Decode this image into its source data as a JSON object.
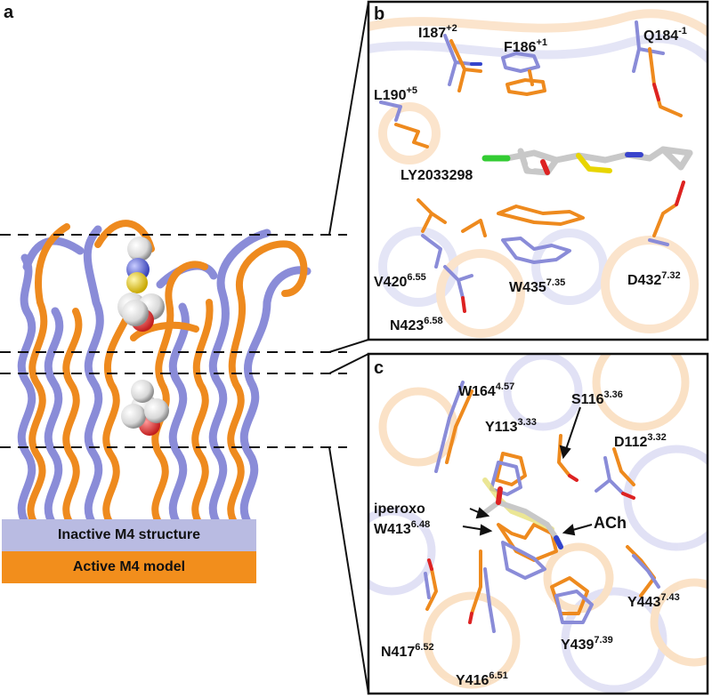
{
  "panels": {
    "a": {
      "letter": "a",
      "legend": [
        {
          "label": "Inactive M4 structure",
          "color": "#9c9ed6"
        },
        {
          "label": "Active M4 model",
          "color": "#f28e1c"
        }
      ]
    },
    "b": {
      "letter": "b",
      "labels": {
        "i187": {
          "base": "I187",
          "sup": "+2"
        },
        "f186": {
          "base": "F186",
          "sup": "+1"
        },
        "q184": {
          "base": "Q184",
          "sup": "-1"
        },
        "l190": {
          "base": "L190",
          "sup": "+5"
        },
        "ly": {
          "base": "LY2033298",
          "sup": ""
        },
        "v420": {
          "base": "V420",
          "sup": "6.55"
        },
        "w435": {
          "base": "W435",
          "sup": "7.35"
        },
        "d432": {
          "base": "D432",
          "sup": "7.32"
        },
        "n423": {
          "base": "N423",
          "sup": "6.58"
        }
      }
    },
    "c": {
      "letter": "c",
      "labels": {
        "w164": {
          "base": "W164",
          "sup": "4.57"
        },
        "y113": {
          "base": "Y113",
          "sup": "3.33"
        },
        "s116": {
          "base": "S116",
          "sup": "3.36"
        },
        "d112": {
          "base": "D112",
          "sup": "3.32"
        },
        "iperoxo": {
          "base": "iperoxo",
          "sup": ""
        },
        "w413": {
          "base": "W413",
          "sup": "6.48"
        },
        "ach": {
          "base": "ACh",
          "sup": ""
        },
        "y443": {
          "base": "Y443",
          "sup": "7.43"
        },
        "n417": {
          "base": "N417",
          "sup": "6.52"
        },
        "y439": {
          "base": "Y439",
          "sup": "7.39"
        },
        "y416": {
          "base": "Y416",
          "sup": "6.51"
        }
      }
    }
  },
  "colors": {
    "inactive": "#8a8cd8",
    "active": "#ee8a1e",
    "ligand": "#c8c8c8",
    "frame": "#111111"
  }
}
